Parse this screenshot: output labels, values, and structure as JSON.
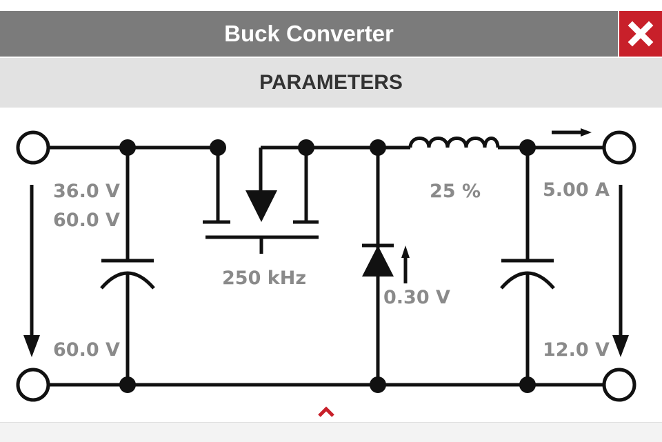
{
  "window": {
    "title": "Buck Converter"
  },
  "section": {
    "title": "PARAMETERS"
  },
  "params": {
    "input_voltage_min": "36.0 V",
    "input_voltage_max": "60.0 V",
    "input_voltage_nominal": "60.0 V",
    "switching_frequency": "250 kHz",
    "diode_forward_voltage": "0.30 V",
    "inductor_ripple": "25 %",
    "output_current": "5.00 A",
    "output_voltage": "12.0 V"
  },
  "icons": {
    "close": "close-x-icon",
    "collapse": "chevron-up-icon"
  },
  "colors": {
    "title_bar": "#7b7b7b",
    "close_button": "#c8202a",
    "section_bar": "#e2e2e2",
    "label_text": "#8a8a8a",
    "accent": "#c8202a"
  }
}
